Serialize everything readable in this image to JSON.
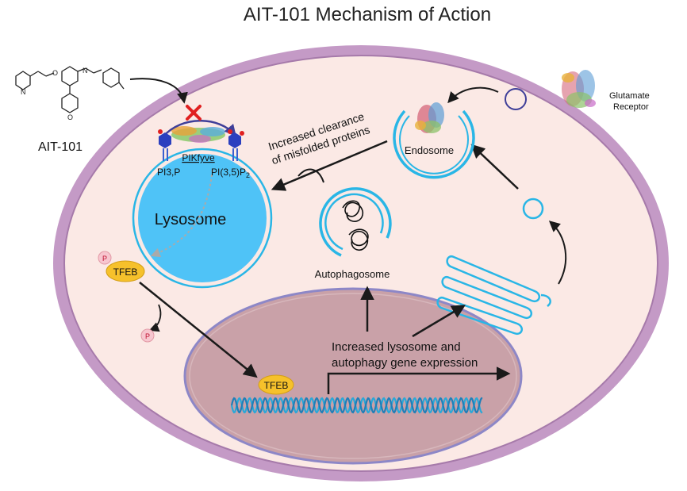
{
  "title": "AIT-101 Mechanism of Action",
  "drug": {
    "name": "AIT-101"
  },
  "labels": {
    "pikfyve": "PIKfyve",
    "pi3p": "PI3,P",
    "pi35p2": "PI(3,5)P",
    "pi35p2_sub": "2",
    "lysosome": "Lysosome",
    "tfeb_cytoplasm": "TFEB",
    "tfeb_nucleus": "TFEB",
    "phospho_top": "P",
    "phospho_bottom": "P",
    "clearance_line1": "Increased clearance",
    "clearance_line2": "of misfolded proteins",
    "autophagosome": "Autophagosome",
    "endosome": "Endosome",
    "glutamate_line1": "Glutamate",
    "glutamate_line2": "Receptor",
    "gene_line1": "Increased lysosome and",
    "gene_line2": "autophagy gene expression"
  },
  "colors": {
    "cell_membrane": "#b07fb3",
    "cytoplasm": "#fbe9e5",
    "nucleus": "#c9a1a8",
    "lysosome": "#4fc3f7",
    "organelle_stroke": "#29b6e6",
    "tfeb": "#f6c12b",
    "inhibit_x": "#e02020",
    "arrow": "#1a1a1a",
    "arrow_blue": "#3f3f99"
  }
}
